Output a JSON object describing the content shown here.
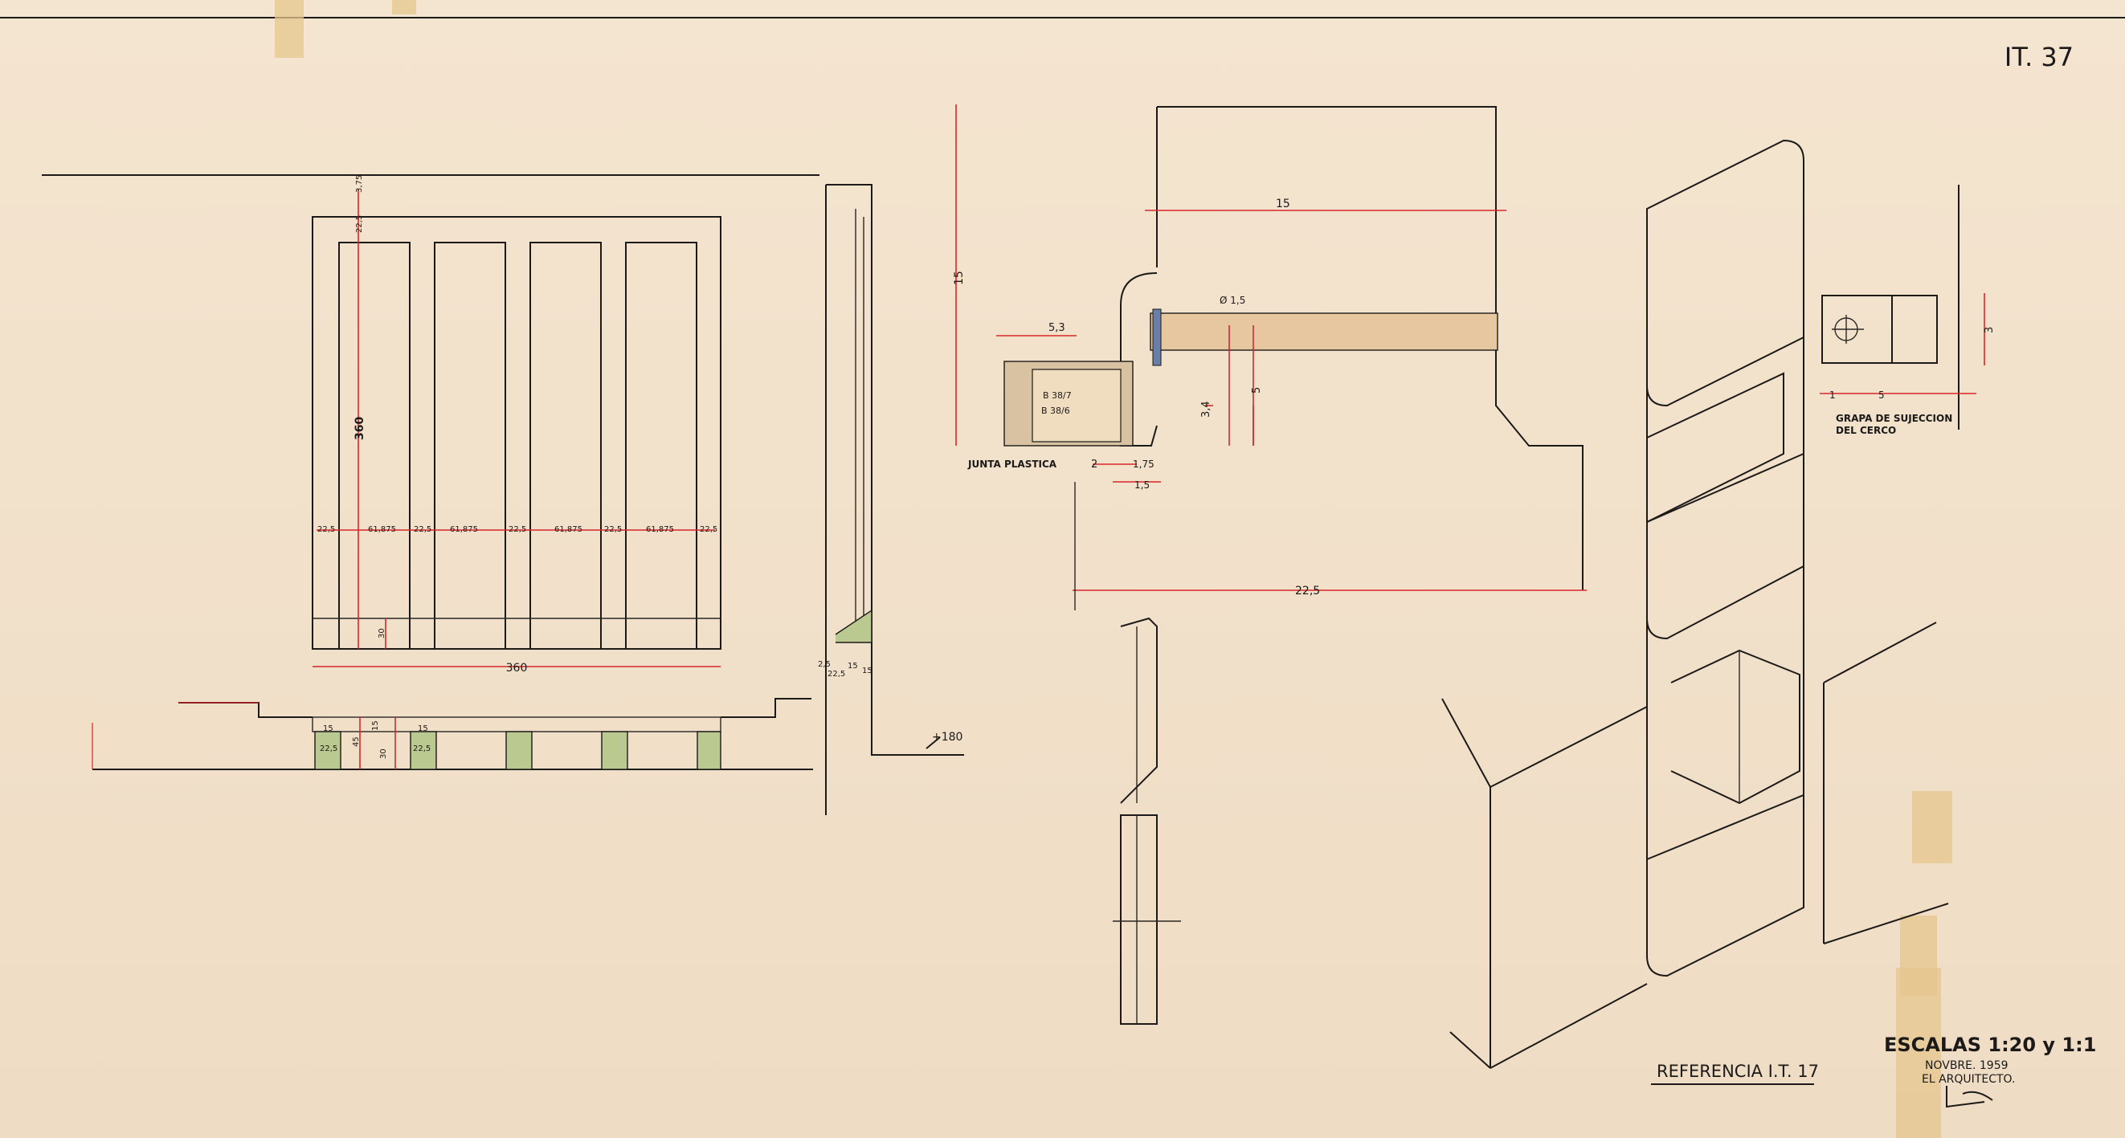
{
  "sheet_number": "IT. 37",
  "elevation": {
    "height_label": "360",
    "width_label": "360",
    "top_dims": [
      "3,75",
      "22,5"
    ],
    "bottom_dim": "30",
    "horizontal_dims": [
      "22,5",
      "61,875",
      "22,5",
      "61,875",
      "22,5",
      "61,875",
      "22,5",
      "61,875",
      "22,5"
    ]
  },
  "plan": {
    "dims": [
      "15",
      "45",
      "15",
      "22,5",
      "30",
      "15",
      "22,5"
    ]
  },
  "side_section": {
    "dims": [
      "2,5",
      "22,5",
      "15",
      "15"
    ],
    "level": "+180"
  },
  "detail": {
    "height_15": "15",
    "width_15": "15",
    "dim_5_3": "5,3",
    "dim_3_4": "3,4",
    "dim_5": "5",
    "dim_2": "2",
    "dim_1_75": "1,75",
    "dim_1_5": "1,5",
    "dim_22_5": "22,5",
    "screw": "Ø 1,5",
    "profile_a": "B 38/7",
    "profile_b": "B 38/6",
    "joint_label": "JUNTA PLASTICA"
  },
  "clamp": {
    "dim_3": "3",
    "dim_1": "1",
    "dim_5": "5",
    "label_1": "GRAPA DE SUJECCION",
    "label_2": "DEL CERCO"
  },
  "reference": "REFERENCIA I.T. 17",
  "scales": "ESCALAS 1:20 y 1:1",
  "date": "NOVBRE. 1959",
  "author": "EL ARQUITECTO."
}
